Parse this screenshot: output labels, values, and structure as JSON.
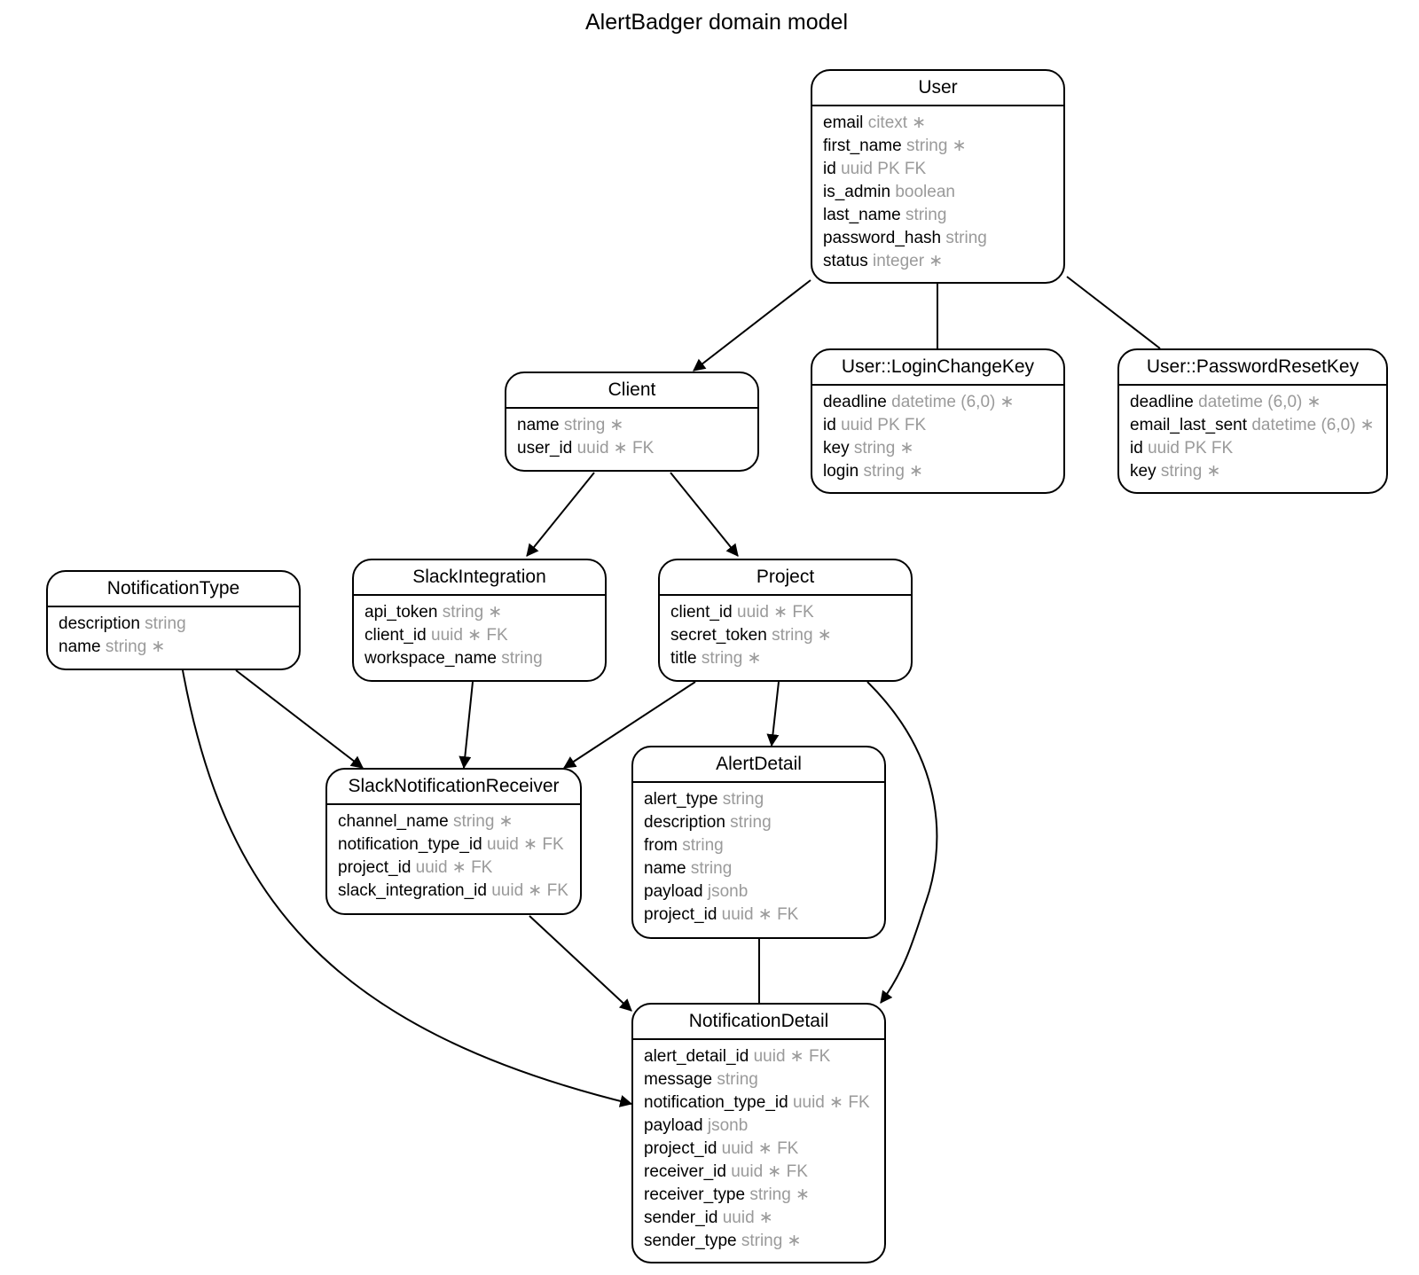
{
  "title": "AlertBadger domain model",
  "colors": {
    "line": "#000000",
    "type_text": "#9a9a9a",
    "background": "#ffffff"
  },
  "entities": {
    "user": {
      "name": "User",
      "attributes": [
        {
          "name": "email",
          "type": "citext ∗"
        },
        {
          "name": "first_name",
          "type": "string ∗"
        },
        {
          "name": "id",
          "type": "uuid PK FK"
        },
        {
          "name": "is_admin",
          "type": "boolean"
        },
        {
          "name": "last_name",
          "type": "string"
        },
        {
          "name": "password_hash",
          "type": "string"
        },
        {
          "name": "status",
          "type": "integer ∗"
        }
      ]
    },
    "client": {
      "name": "Client",
      "attributes": [
        {
          "name": "name",
          "type": "string ∗"
        },
        {
          "name": "user_id",
          "type": "uuid ∗ FK"
        }
      ]
    },
    "login_change_key": {
      "name": "User::LoginChangeKey",
      "attributes": [
        {
          "name": "deadline",
          "type": "datetime (6,0) ∗"
        },
        {
          "name": "id",
          "type": "uuid PK FK"
        },
        {
          "name": "key",
          "type": "string ∗"
        },
        {
          "name": "login",
          "type": "string ∗"
        }
      ]
    },
    "password_reset_key": {
      "name": "User::PasswordResetKey",
      "attributes": [
        {
          "name": "deadline",
          "type": "datetime (6,0) ∗"
        },
        {
          "name": "email_last_sent",
          "type": "datetime (6,0) ∗"
        },
        {
          "name": "id",
          "type": "uuid PK FK"
        },
        {
          "name": "key",
          "type": "string ∗"
        }
      ]
    },
    "notification_type": {
      "name": "NotificationType",
      "attributes": [
        {
          "name": "description",
          "type": "string"
        },
        {
          "name": "name",
          "type": "string ∗"
        }
      ]
    },
    "slack_integration": {
      "name": "SlackIntegration",
      "attributes": [
        {
          "name": "api_token",
          "type": "string ∗"
        },
        {
          "name": "client_id",
          "type": "uuid ∗ FK"
        },
        {
          "name": "workspace_name",
          "type": "string"
        }
      ]
    },
    "project": {
      "name": "Project",
      "attributes": [
        {
          "name": "client_id",
          "type": "uuid ∗ FK"
        },
        {
          "name": "secret_token",
          "type": "string ∗"
        },
        {
          "name": "title",
          "type": "string ∗"
        }
      ]
    },
    "slack_notification_receiver": {
      "name": "SlackNotificationReceiver",
      "attributes": [
        {
          "name": "channel_name",
          "type": "string ∗"
        },
        {
          "name": "notification_type_id",
          "type": "uuid ∗ FK"
        },
        {
          "name": "project_id",
          "type": "uuid ∗ FK"
        },
        {
          "name": "slack_integration_id",
          "type": "uuid ∗ FK"
        }
      ]
    },
    "alert_detail": {
      "name": "AlertDetail",
      "attributes": [
        {
          "name": "alert_type",
          "type": "string"
        },
        {
          "name": "description",
          "type": "string"
        },
        {
          "name": "from",
          "type": "string"
        },
        {
          "name": "name",
          "type": "string"
        },
        {
          "name": "payload",
          "type": "jsonb"
        },
        {
          "name": "project_id",
          "type": "uuid ∗ FK"
        }
      ]
    },
    "notification_detail": {
      "name": "NotificationDetail",
      "attributes": [
        {
          "name": "alert_detail_id",
          "type": "uuid ∗ FK"
        },
        {
          "name": "message",
          "type": "string"
        },
        {
          "name": "notification_type_id",
          "type": "uuid ∗ FK"
        },
        {
          "name": "payload",
          "type": "jsonb"
        },
        {
          "name": "project_id",
          "type": "uuid ∗ FK"
        },
        {
          "name": "receiver_id",
          "type": "uuid ∗ FK"
        },
        {
          "name": "receiver_type",
          "type": "string ∗"
        },
        {
          "name": "sender_id",
          "type": "uuid ∗"
        },
        {
          "name": "sender_type",
          "type": "string ∗"
        }
      ]
    }
  },
  "relationships": [
    {
      "from": "User",
      "to": "Client",
      "arrow": true
    },
    {
      "from": "User",
      "to": "User::LoginChangeKey",
      "arrow": false
    },
    {
      "from": "User",
      "to": "User::PasswordResetKey",
      "arrow": false
    },
    {
      "from": "Client",
      "to": "SlackIntegration",
      "arrow": true
    },
    {
      "from": "Client",
      "to": "Project",
      "arrow": true
    },
    {
      "from": "NotificationType",
      "to": "SlackNotificationReceiver",
      "arrow": true
    },
    {
      "from": "NotificationType",
      "to": "NotificationDetail",
      "arrow": true
    },
    {
      "from": "SlackIntegration",
      "to": "SlackNotificationReceiver",
      "arrow": true
    },
    {
      "from": "Project",
      "to": "SlackNotificationReceiver",
      "arrow": true
    },
    {
      "from": "Project",
      "to": "AlertDetail",
      "arrow": true
    },
    {
      "from": "Project",
      "to": "NotificationDetail",
      "arrow": true
    },
    {
      "from": "SlackNotificationReceiver",
      "to": "NotificationDetail",
      "arrow": true
    },
    {
      "from": "AlertDetail",
      "to": "NotificationDetail",
      "arrow": false
    }
  ]
}
